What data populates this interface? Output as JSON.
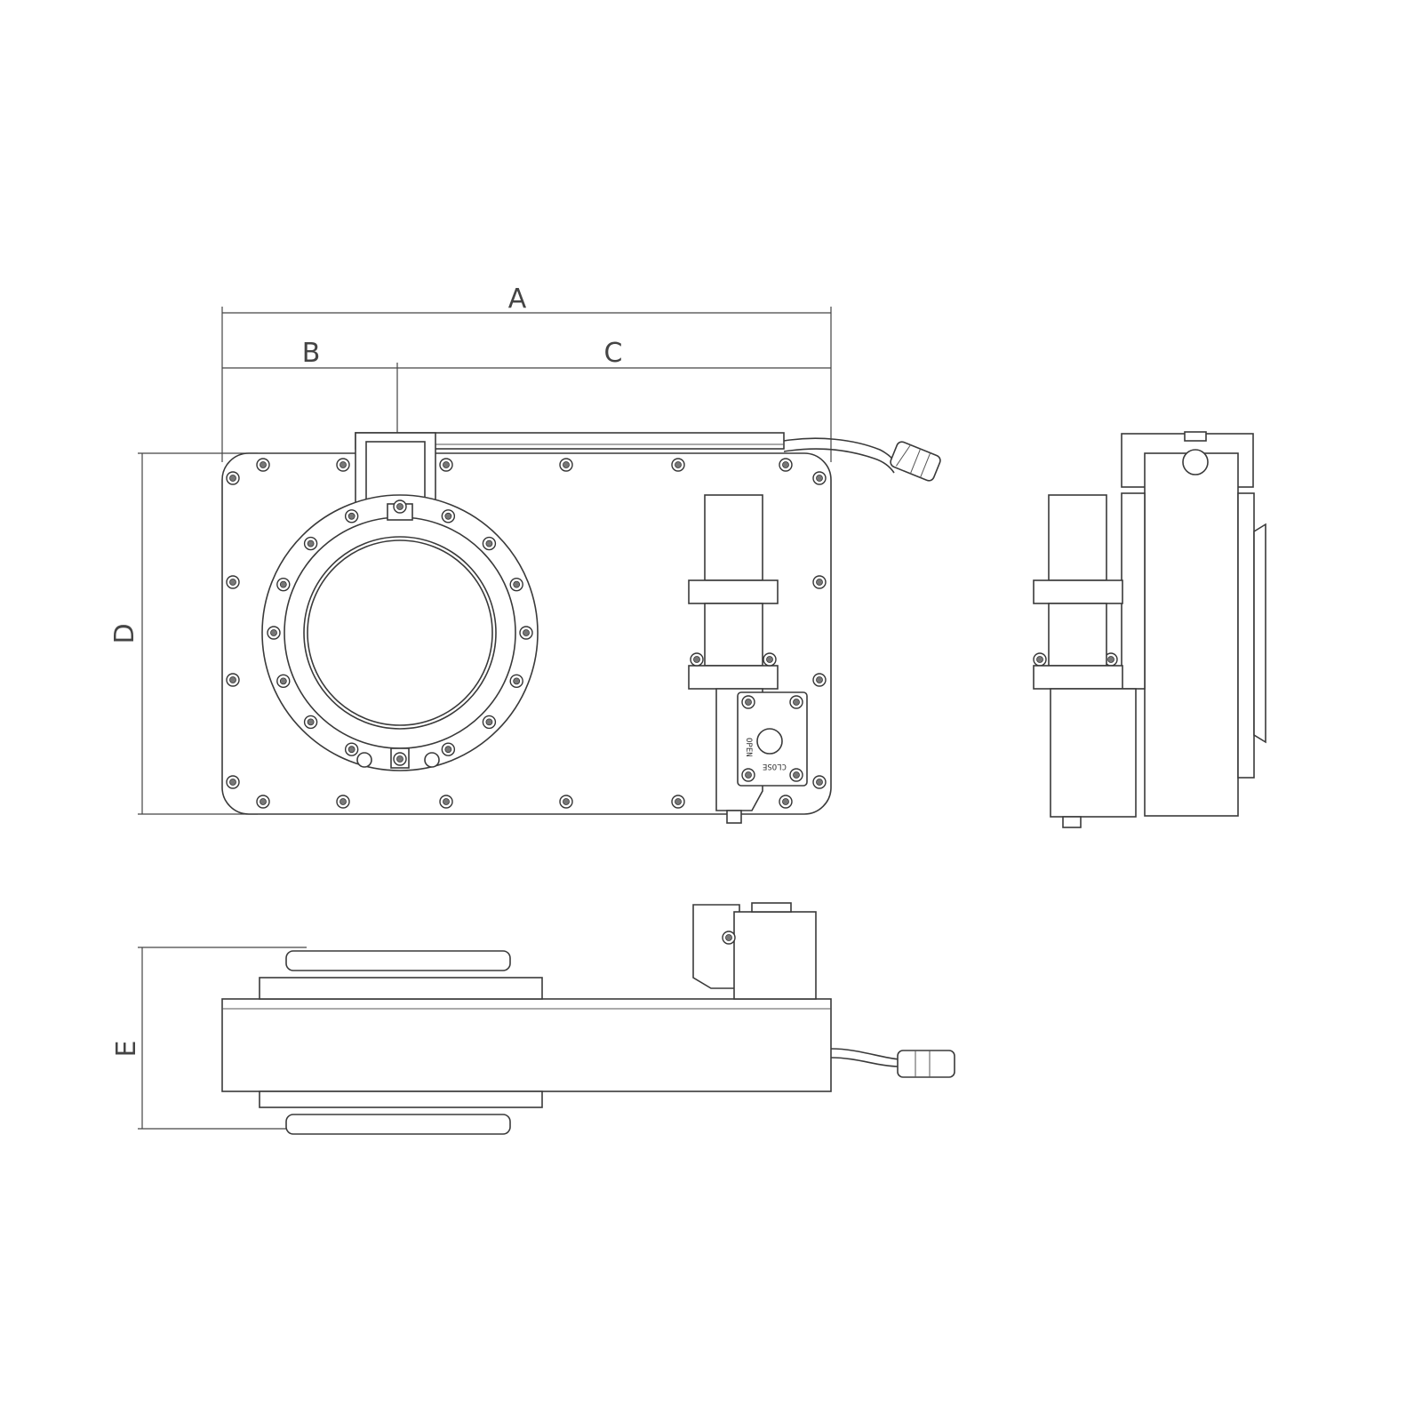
{
  "dimensions": {
    "A": "A",
    "B": "B",
    "C": "C",
    "D": "D",
    "E": "E"
  },
  "indicator": {
    "open_label": "OPEN",
    "close_label": "CLOSE"
  },
  "colors": {
    "line": "#3a3a3a",
    "background": "#ffffff"
  }
}
